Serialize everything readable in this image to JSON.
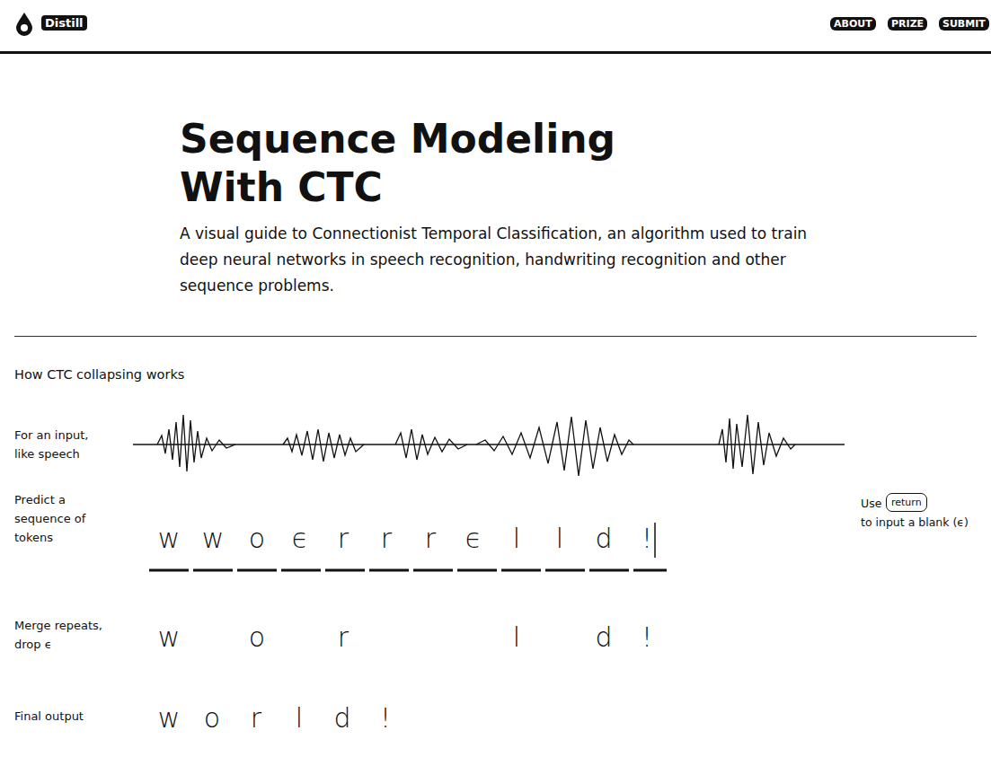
{
  "diagram": {
    "title": "Sequence Modeling With CTC",
    "nodes": [
      {
        "text": [
          "return"
        ]
      }
    ],
    "labels": [
      "Distill",
      "ABOUT",
      "PRIZE",
      "SUBMIT",
      "A visual guide to Connectionist Temporal Classification, an algorithm used to train deep neural networks in speech recognition, handwriting recognition and other sequence problems.",
      "How CTC collapsing works",
      "For an input, like speech",
      "Predict a sequence of tokens",
      "w",
      "w",
      "o",
      "ϵ",
      "r",
      "r",
      "r",
      "ϵ",
      "l",
      "l",
      "d",
      "!",
      "Use",
      "to input a blank (ϵ)",
      "Merge repeats, drop ϵ",
      "w",
      "o",
      "r",
      "l",
      "d",
      "!",
      "Final output",
      "w",
      "o",
      "r",
      "l",
      "d",
      "!"
    ]
  }
}
